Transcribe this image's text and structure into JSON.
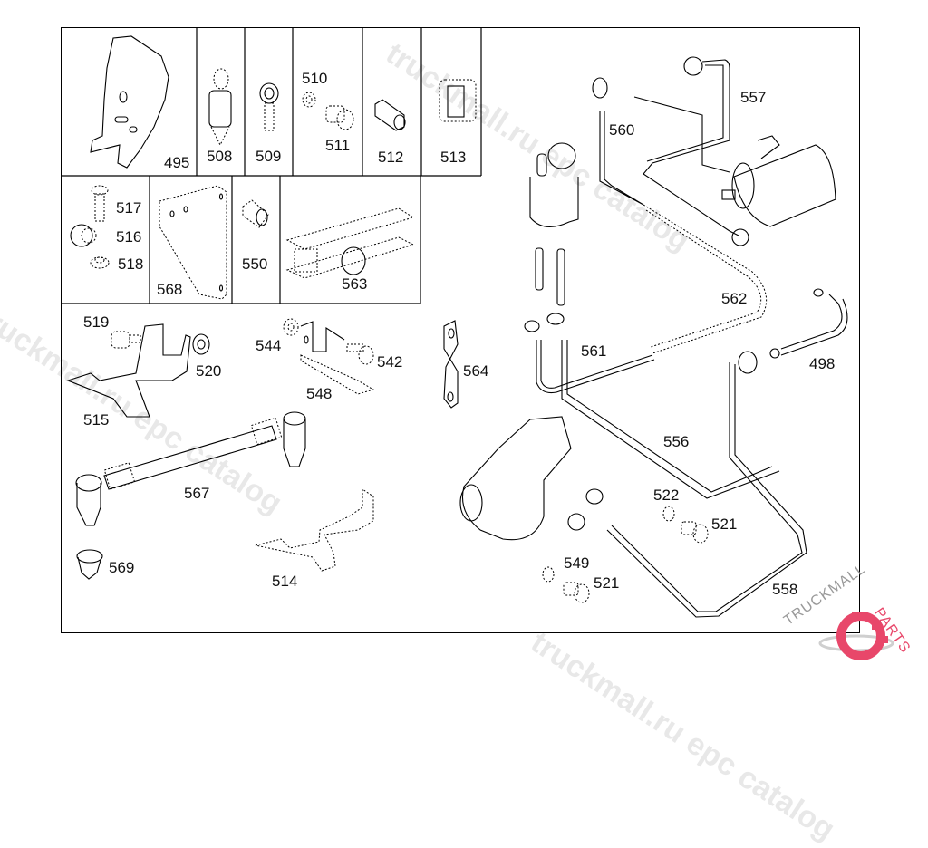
{
  "diagram": {
    "type": "exploded parts catalog illustration",
    "inset_row_1": [
      "495",
      "508",
      "509",
      "510",
      "511",
      "512",
      "513"
    ],
    "inset_row_2": [
      "517",
      "516",
      "518",
      "568",
      "550",
      "563"
    ],
    "callouts": {
      "p495": "495",
      "p508": "508",
      "p509": "509",
      "p510": "510",
      "p511": "511",
      "p512": "512",
      "p513": "513",
      "p517": "517",
      "p516": "516",
      "p518": "518",
      "p568": "568",
      "p550": "550",
      "p563": "563",
      "p519": "519",
      "p520": "520",
      "p515": "515",
      "p544": "544",
      "p542": "542",
      "p548": "548",
      "p564": "564",
      "p567": "567",
      "p569": "569",
      "p514": "514",
      "p560": "560",
      "p557": "557",
      "p562": "562",
      "p561": "561",
      "p498": "498",
      "p556": "556",
      "p522": "522",
      "p521a": "521",
      "p549": "549",
      "p521b": "521",
      "p558": "558"
    }
  },
  "watermark": {
    "text_1": "truckmall.ru epc catalog",
    "text_2": "truckmall.ru epc catalog",
    "text_3": "truckmall.ru epc catalog"
  },
  "logo": {
    "text_dark": "TRUCKMALL",
    "text_accent": "PARTS",
    "accent_color": "#e8476a",
    "icon": "gear-icon"
  }
}
